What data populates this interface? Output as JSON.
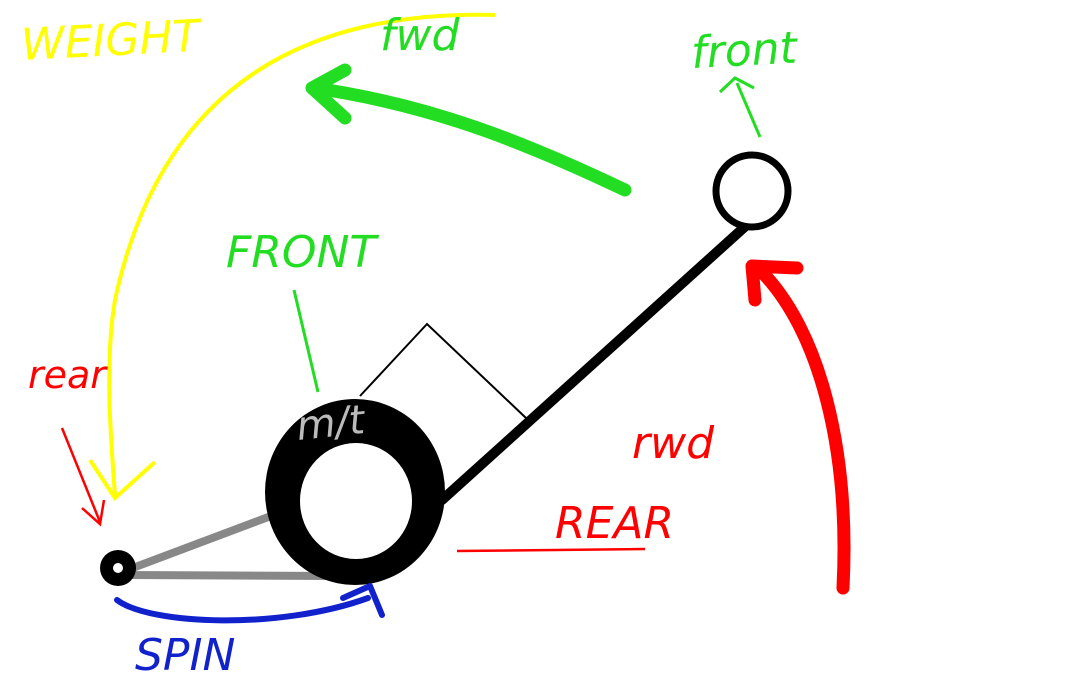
{
  "labels": {
    "weight": "WEIGHT",
    "fwd": "fwd",
    "front_lower": "front",
    "front_upper": "FRONT",
    "rear_lower": "rear",
    "rear_upper": "REAR",
    "rwd": "rwd",
    "mt": "m/t",
    "spin": "SPIN"
  },
  "colors": {
    "weight": "#ffff00",
    "forward": "#22dd22",
    "rearward": "#ff0000",
    "spin": "#1122cc",
    "structure": "#000000",
    "linkage": "#888888",
    "tire_text": "#bbbbbb"
  }
}
